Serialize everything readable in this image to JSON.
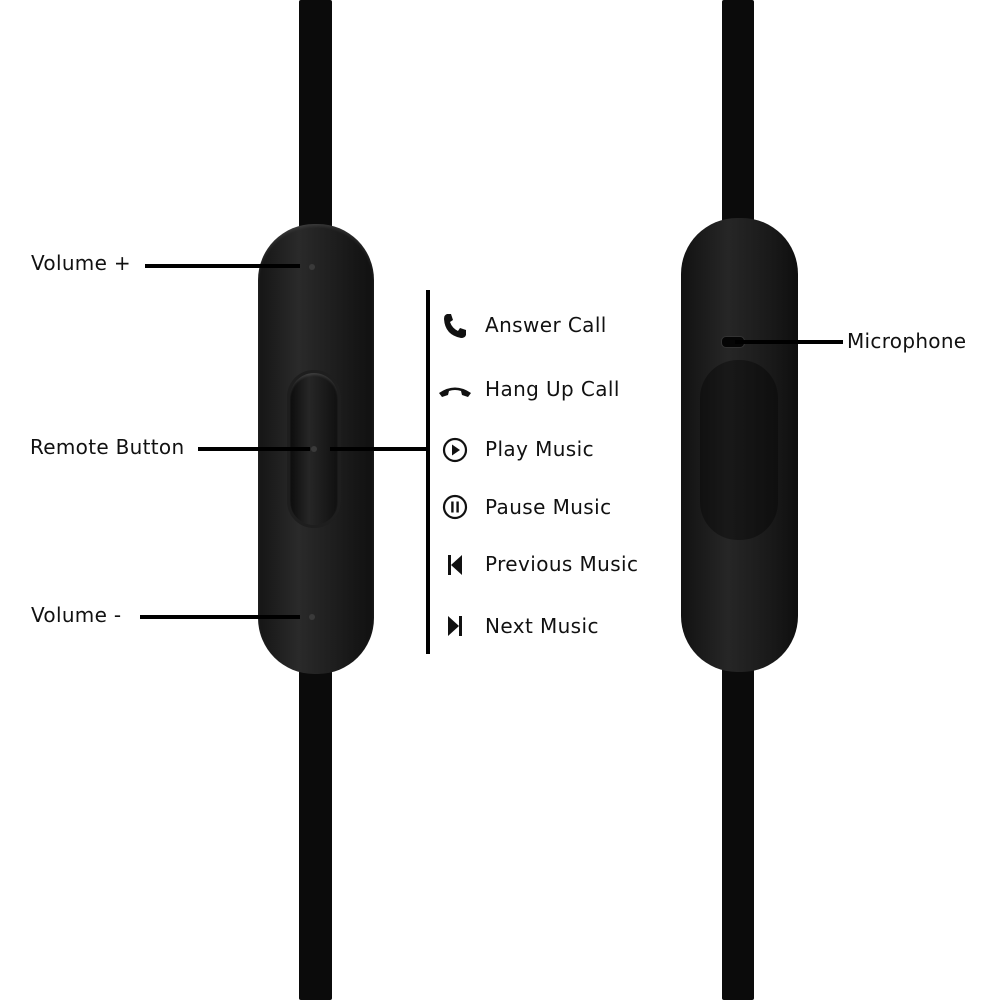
{
  "callouts": {
    "volume_up": "Volume +",
    "remote_button": "Remote Button",
    "volume_down": "Volume -",
    "microphone": "Microphone"
  },
  "functions": [
    {
      "label": "Answer Call",
      "icon": "phone-icon"
    },
    {
      "label": "Hang Up Call",
      "icon": "hang-up-icon"
    },
    {
      "label": "Play Music",
      "icon": "play-circle-icon"
    },
    {
      "label": "Pause Music",
      "icon": "pause-circle-icon"
    },
    {
      "label": "Previous Music",
      "icon": "previous-track-icon"
    },
    {
      "label": "Next Music",
      "icon": "next-track-icon"
    }
  ],
  "colors": {
    "background": "#ffffff",
    "device": "#1a1a1a",
    "text": "#111111"
  }
}
